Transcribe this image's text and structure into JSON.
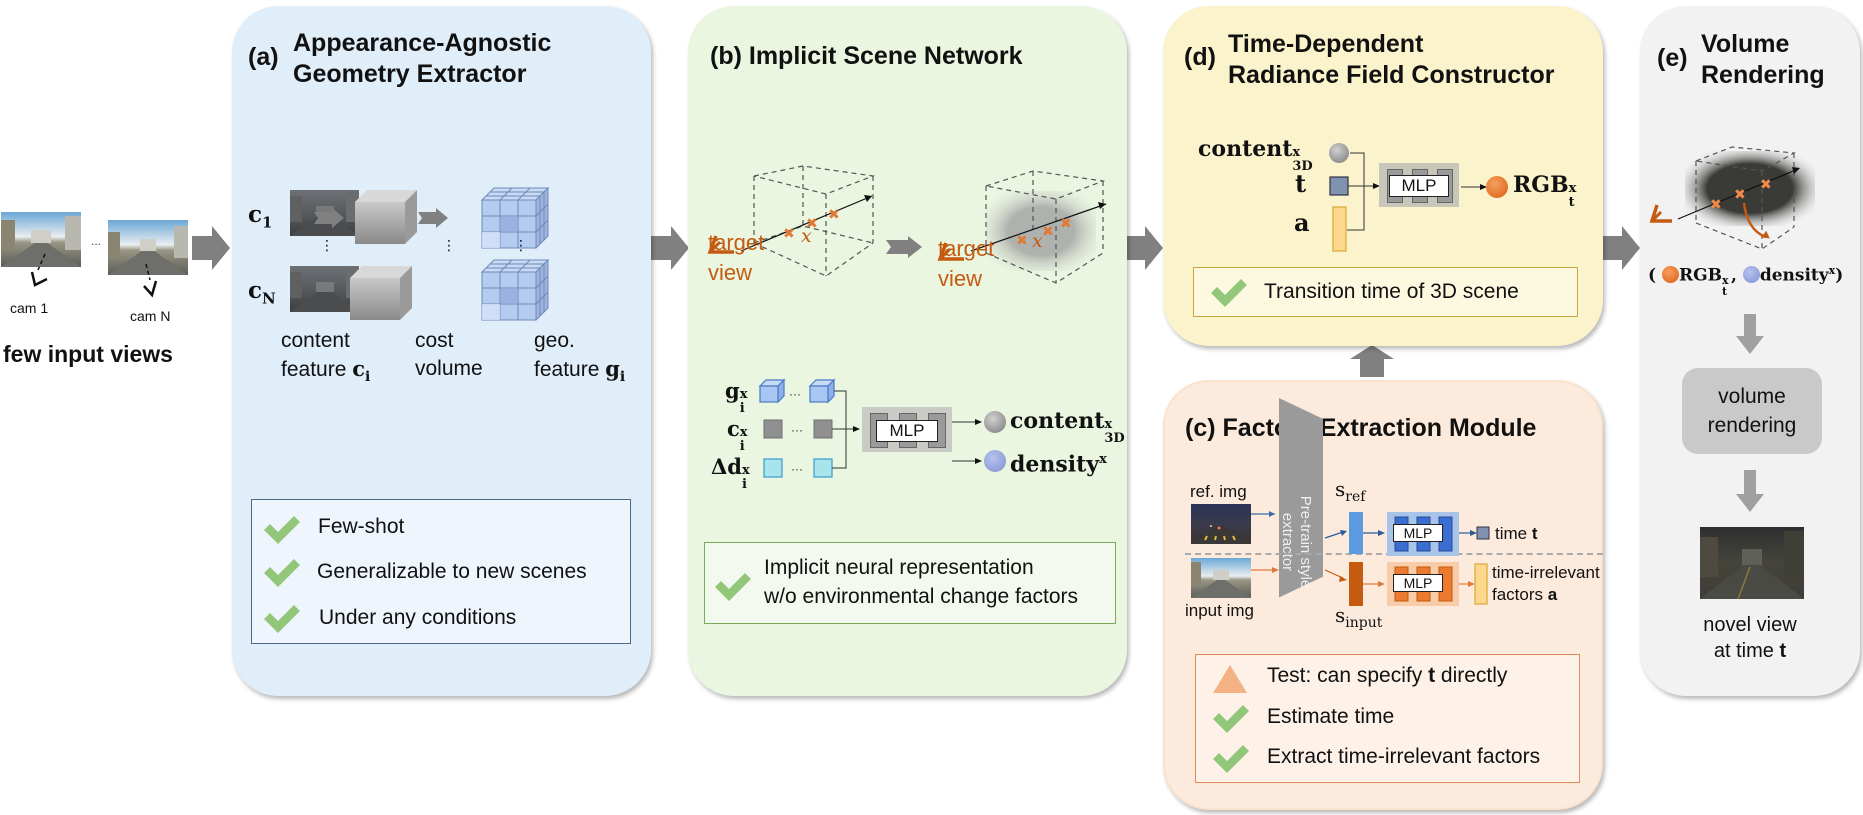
{
  "inputs": {
    "title": "few input views",
    "cams": [
      "cam 1",
      "cam N"
    ],
    "ellipsis": "..."
  },
  "panel_a": {
    "label": "(a)",
    "title_line1": "Appearance-Agnostic",
    "title_line2": "Geometry Extractor",
    "c1": "c",
    "c1_sub": "1",
    "cN": "c",
    "cN_sub": "N",
    "captions": [
      {
        "line1": "content",
        "line2": "feature ",
        "sym": "c",
        "sub": "i"
      },
      {
        "line1": "cost",
        "line2": "volume",
        "sym": "",
        "sub": ""
      },
      {
        "line1": "geo.",
        "line2": "feature ",
        "sym": "g",
        "sub": "i"
      }
    ],
    "checklist": [
      "Few-shot",
      "Generalizable to new scenes",
      "Under any conditions"
    ],
    "colors": {
      "bg": "#e0eefa",
      "border": "#4a6a8a"
    }
  },
  "panel_b": {
    "label": "(b)",
    "title": "Implicit Scene Network",
    "target_view_line1": "target",
    "target_view_line2": "view",
    "point_label": "x",
    "inputs": [
      {
        "sym": "g",
        "sub": "i",
        "sup": "x"
      },
      {
        "sym": "c",
        "sub": "i",
        "sup": "x"
      },
      {
        "sym": "Δd",
        "sub": "i",
        "sup": "x"
      }
    ],
    "mlp": "MLP",
    "outputs": [
      {
        "sym": "content",
        "sub": "3D",
        "sup": "x"
      },
      {
        "sym": "density",
        "sub": "",
        "sup": "x"
      }
    ],
    "dots": "···",
    "note_line1": "Implicit neural representation",
    "note_line2": "w/o environmental change factors",
    "colors": {
      "bg": "#eaf6e0",
      "border": "#6a9a50"
    }
  },
  "panel_d": {
    "label": "(d)",
    "title_line1": "Time-Dependent",
    "title_line2": "Radiance Field Constructor",
    "inputs": [
      {
        "sym": "content",
        "sub": "3D",
        "sup": "x"
      },
      {
        "sym": "t",
        "sub": "",
        "sup": ""
      },
      {
        "sym": "a",
        "sub": "",
        "sup": ""
      }
    ],
    "mlp": "MLP",
    "output": {
      "sym": "RGB",
      "sub": "t",
      "sup": "x"
    },
    "note": "Transition time of 3D scene",
    "colors": {
      "bg": "#fbf3cc",
      "border": "#c9a43a"
    }
  },
  "panel_c": {
    "label": "(c)",
    "title": "Factors Extraction Module",
    "ref_img": "ref. img",
    "input_img": "input img",
    "extractor": "Pre-train style extractor",
    "s_ref": "s",
    "s_ref_sub": "ref",
    "s_input": "s",
    "s_input_sub": "input",
    "mlp": "MLP",
    "out_time": "time ",
    "out_time_sym": "t",
    "out_factors_line1": "time-irrelevant",
    "out_factors_line2": "factors ",
    "out_factors_sym": "a",
    "checklist": [
      {
        "icon": "triangle",
        "text": "Test: can specify ",
        "bold": "t",
        "tail": " directly"
      },
      {
        "icon": "check",
        "text": "Estimate time",
        "bold": "",
        "tail": ""
      },
      {
        "icon": "check",
        "text": "Extract time-irrelevant factors",
        "bold": "",
        "tail": ""
      }
    ],
    "colors": {
      "bg": "#fcebdc",
      "border": "#e0895a"
    }
  },
  "panel_e": {
    "label": "(e)",
    "title_line1": "Volume",
    "title_line2": "Rendering",
    "tuple_open": "(",
    "tuple_rgb": "RGB",
    "tuple_rgb_sub": "t",
    "tuple_rgb_sup": "x",
    "tuple_sep": ",",
    "tuple_density": "density",
    "tuple_density_sup": "x",
    "tuple_close": ")",
    "render_box_line1": "volume",
    "render_box_line2": "rendering",
    "result_line1": "novel view",
    "result_line2": "at time ",
    "result_sym": "t",
    "colors": {
      "bg": "#f2f2f2"
    }
  },
  "colors": {
    "arrow_gray": "#808080",
    "check_green": "#92c77a",
    "accent_orange": "#c55a11",
    "rgb_orange": "#ec7a30",
    "density_blue": "#98a8de",
    "content_gray": "#9a9a9a"
  }
}
